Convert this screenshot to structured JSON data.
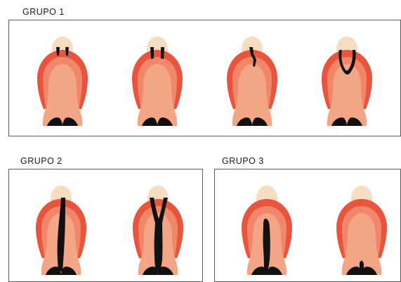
{
  "colors": {
    "nose": "#F6DCC0",
    "gum_outer": "#E9543C",
    "gum_inner": "#F0876A",
    "palate": "#F3A685",
    "cleft": "#111111",
    "border": "#5C5C5C"
  },
  "groups": [
    {
      "title": "GRUPO 1",
      "figures": [
        "lip-bilateral",
        "lip-bilateral-alveolar",
        "lip-unilateral-partial",
        "lip-bilateral-loop"
      ]
    },
    {
      "title": "GRUPO 2",
      "figures": [
        "palate-complete-unilateral",
        "palate-complete-bilateral"
      ]
    },
    {
      "title": "GRUPO 3",
      "figures": [
        "palate-isolated",
        "palate-posterior-small"
      ]
    }
  ]
}
